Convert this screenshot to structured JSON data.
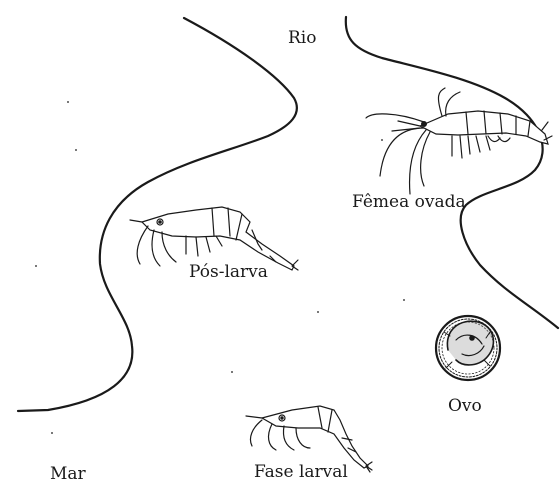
{
  "labels": {
    "river": "Rio",
    "sea": "Mar",
    "ovigerous_female": "Fêmea ovada",
    "egg": "Ovo",
    "larval_phase": "Fase larval",
    "post_larva": "Pós-larva"
  },
  "colors": {
    "line": "#1a1a1a",
    "background": "#ffffff"
  },
  "icons": [
    "shrimp-female-icon",
    "shrimp-post-larva-icon",
    "shrimp-larva-icon",
    "egg-icon"
  ]
}
